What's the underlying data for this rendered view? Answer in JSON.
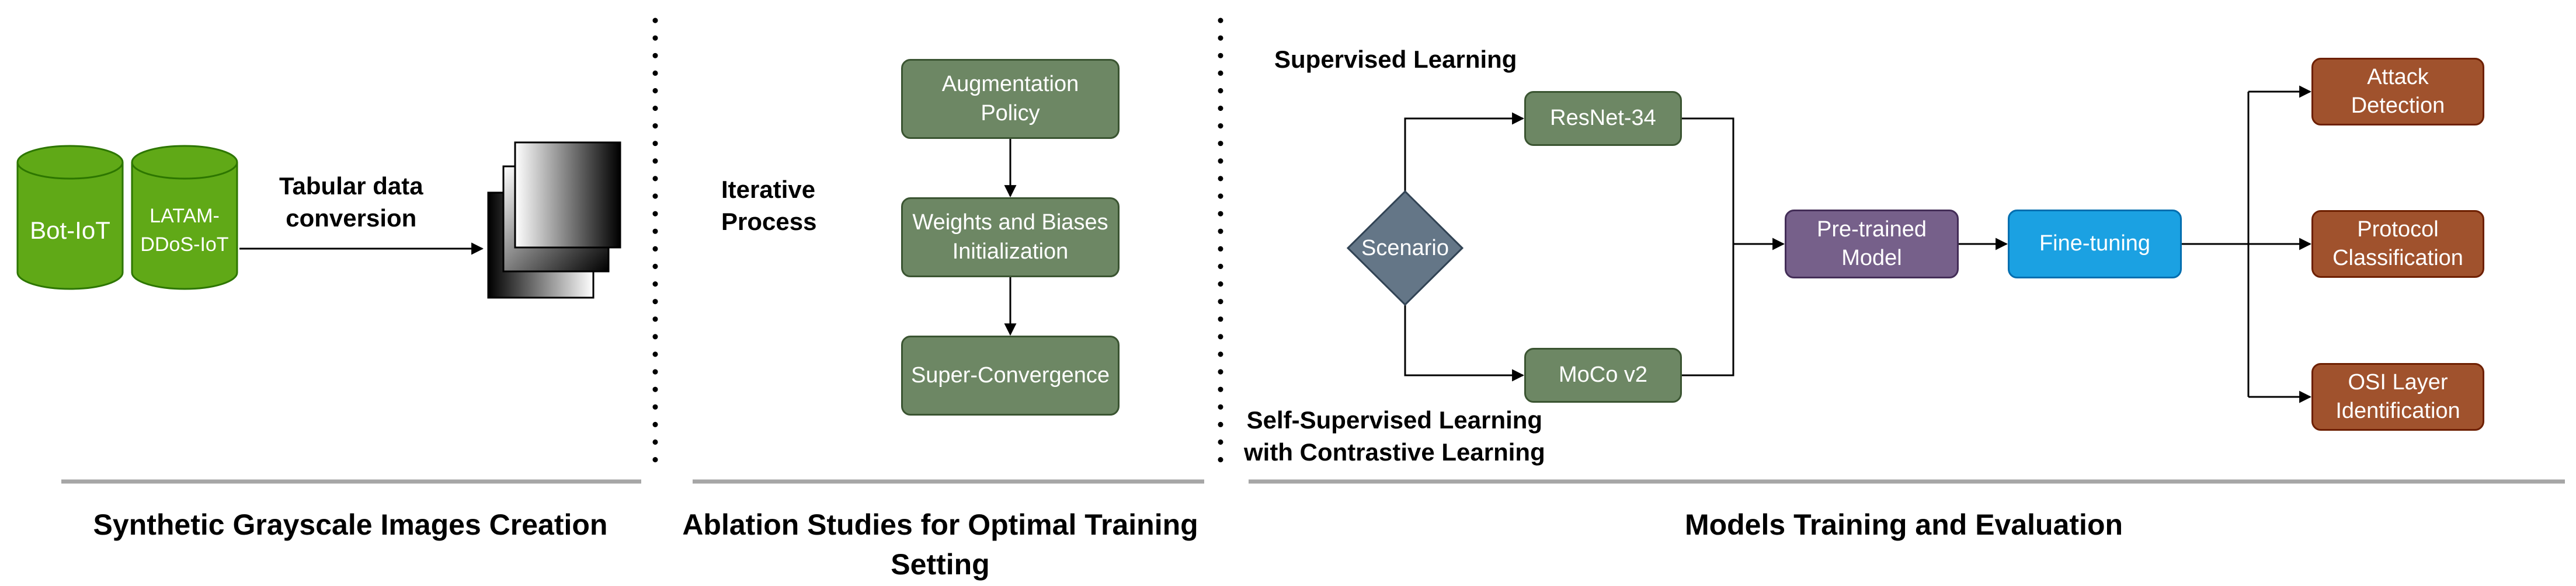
{
  "section1": {
    "title": "Synthetic Grayscale Images Creation",
    "db1": "Bot-IoT",
    "db2": "LATAM-\nDDoS-IoT",
    "conversion_label": "Tabular data\nconversion"
  },
  "section2": {
    "title": "Ablation Studies for Optimal Training\nSetting",
    "side_label": "Iterative\nProcess",
    "step1": "Augmentation\nPolicy",
    "step2": "Weights and Biases\nInitialization",
    "step3": "Super-Convergence"
  },
  "section3": {
    "title": "Models Training and Evaluation",
    "supervised_label": "Supervised Learning",
    "selfsup_label": "Self-Supervised Learning\nwith Contrastive Learning",
    "scenario": "Scenario",
    "resnet": "ResNet-34",
    "moco": "MoCo v2",
    "pretrained": "Pre-trained\nModel",
    "finetuning": "Fine-tuning",
    "out1": "Attack\nDetection",
    "out2": "Protocol\nClassification",
    "out3": "OSI Layer\nIdentification"
  },
  "colors": {
    "db_green": "#60a917",
    "step_green": "#6d8764",
    "decision": "#647687",
    "pretrained": "#76608a",
    "finetuning": "#1ba1e2",
    "output": "#a0522d"
  }
}
